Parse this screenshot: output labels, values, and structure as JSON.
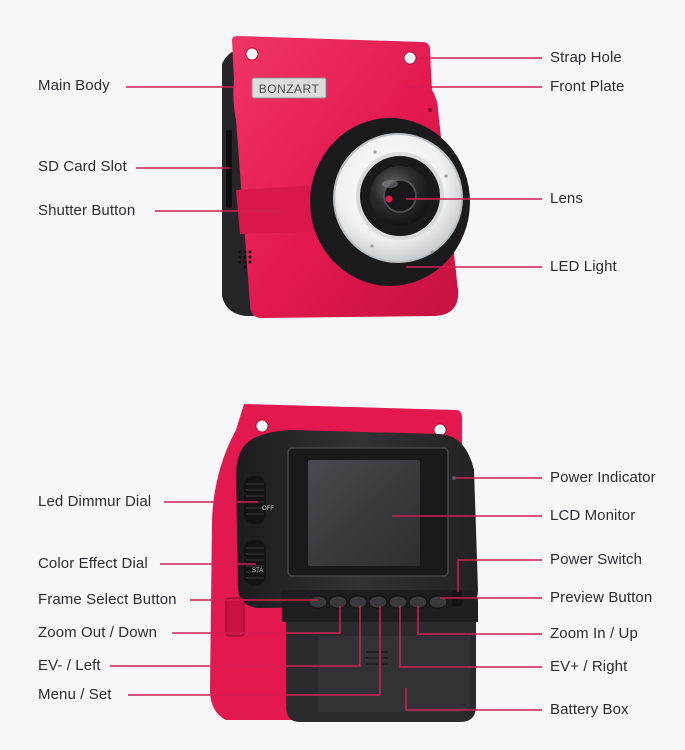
{
  "brand": "BONZART",
  "colors": {
    "accent": "#d21f52",
    "body_red": "#e4184e",
    "body_dark": "#2a2a2d",
    "background": "#f7f7f9"
  },
  "front_view": {
    "labels_left": {
      "main_body": "Main Body",
      "sd_card_slot": "SD Card Slot",
      "shutter_button": "Shutter Button"
    },
    "labels_right": {
      "strap_hole": "Strap Hole",
      "front_plate": "Front Plate",
      "lens": "Lens",
      "led_light": "LED Light"
    }
  },
  "back_view": {
    "labels_left": {
      "led_dimmer_dial": "Led Dimmur Dial",
      "color_effect_dial": "Color Effect Dial",
      "frame_select_button": "Frame Select Button",
      "zoom_out_down": "Zoom Out / Down",
      "ev_minus_left": "EV- / Left",
      "menu_set": "Menu / Set"
    },
    "labels_right": {
      "power_indicator": "Power Indicator",
      "lcd_monitor": "LCD Monitor",
      "power_switch": "Power Switch",
      "preview_button": "Preview Button",
      "zoom_in_up": "Zoom In / Up",
      "ev_plus_right": "EV+ / Right",
      "battery_box": "Battery Box"
    },
    "dial_marks": {
      "dimmer_off": "OFF",
      "effect_sta": "STA"
    }
  }
}
